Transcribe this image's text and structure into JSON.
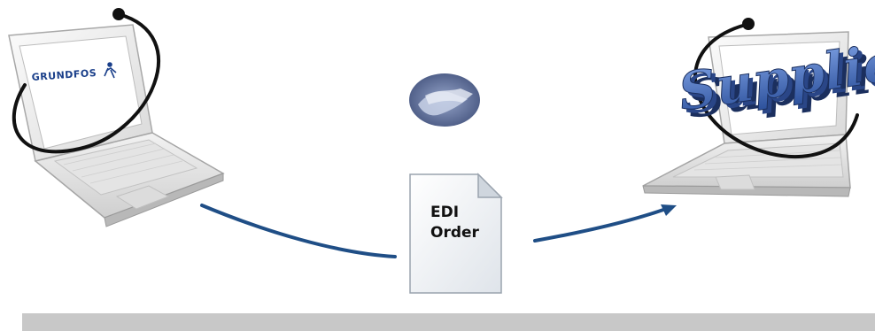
{
  "sender": {
    "logo_text": "GRUNDFOS"
  },
  "receiver": {
    "label": "Supplier"
  },
  "document": {
    "line1": "EDI",
    "line2": "Order"
  },
  "icons": {
    "sender": "laptop-icon",
    "receiver": "laptop-icon",
    "agreement": "handshake-icon",
    "document": "document-icon"
  },
  "colors": {
    "arrow": "#1f4e86",
    "footer_bar": "#c8c8c8",
    "supplier_fill": "#3d66b6"
  }
}
